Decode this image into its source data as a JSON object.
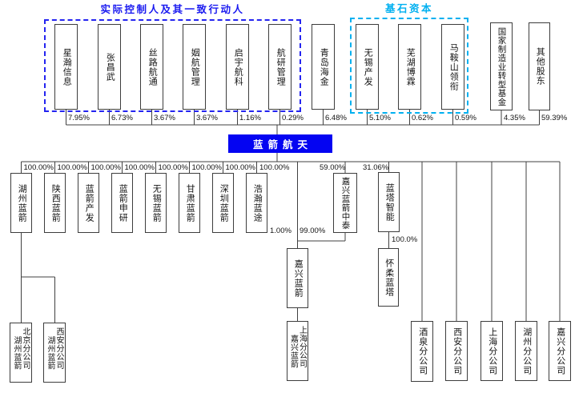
{
  "titles": {
    "controllers_group": "实际控制人及其一致行动人",
    "cornerstone_group": "基石资本"
  },
  "colors": {
    "controllers_box_border": "#2424f0",
    "cornerstone_box_border": "#00b0f0",
    "parent_fill": "#0404f2",
    "connector_line": "#404040"
  },
  "parent": {
    "name": "蓝箭航天"
  },
  "shareholders": [
    {
      "name": "星瀚信息",
      "pct": "7.95%"
    },
    {
      "name": "张昌武",
      "pct": "6.73%"
    },
    {
      "name": "丝路航通",
      "pct": "3.67%"
    },
    {
      "name": "姻航管理",
      "pct": "3.67%"
    },
    {
      "name": "启宇航科",
      "pct": "1.16%"
    },
    {
      "name": "航研管理",
      "pct": "0.29%"
    },
    {
      "name": "青岛海金",
      "pct": "6.48%"
    },
    {
      "name": "无锡产发",
      "pct": "5.10%"
    },
    {
      "name": "芜湖博霖",
      "pct": "0.62%"
    },
    {
      "name": "马鞍山领衔",
      "pct": "0.59%"
    },
    {
      "name": "国家制造业转型基金",
      "pct": "4.35%"
    },
    {
      "name": "其他股东",
      "pct": "59.39%"
    }
  ],
  "subsidiaries": [
    {
      "name": "湖州蓝箭",
      "pct": "100.00%"
    },
    {
      "name": "陕西蓝箭",
      "pct": "100.00%"
    },
    {
      "name": "蓝箭产发",
      "pct": "100.00%"
    },
    {
      "name": "蓝箭申研",
      "pct": "100.00%"
    },
    {
      "name": "无锡蓝箭",
      "pct": "100.00%"
    },
    {
      "name": "甘肃蓝箭",
      "pct": "100.00%"
    },
    {
      "name": "深圳蓝箭",
      "pct": "100.00%"
    },
    {
      "name": "浩瀚蓝途",
      "pct": "100.00%"
    },
    {
      "name": "嘉兴蓝箭中泰",
      "pct": "59.00%"
    },
    {
      "name": "蓝塔智能",
      "pct": "31.06%"
    }
  ],
  "level3": {
    "jiaxing_lanjian": {
      "name": "嘉兴蓝箭",
      "pct_left": "1.00%",
      "pct_right": "99.00%"
    },
    "huairou_lanta": {
      "name": "怀柔蓝塔",
      "pct": "100.0%"
    }
  },
  "branches": {
    "huzhou_beijing": {
      "line1": "北京分公司",
      "line2": "湖州蓝箭"
    },
    "huzhou_xian": {
      "line1": "西安分公司",
      "line2": "湖州蓝箭"
    },
    "jiaxing_shanghai": {
      "line1": "上海分公司",
      "line2": "嘉兴蓝箭"
    },
    "direct": [
      {
        "name": "酒泉分公司"
      },
      {
        "name": "西安分公司"
      },
      {
        "name": "上海分公司"
      },
      {
        "name": "湖州分公司"
      },
      {
        "name": "嘉兴分公司"
      }
    ]
  }
}
